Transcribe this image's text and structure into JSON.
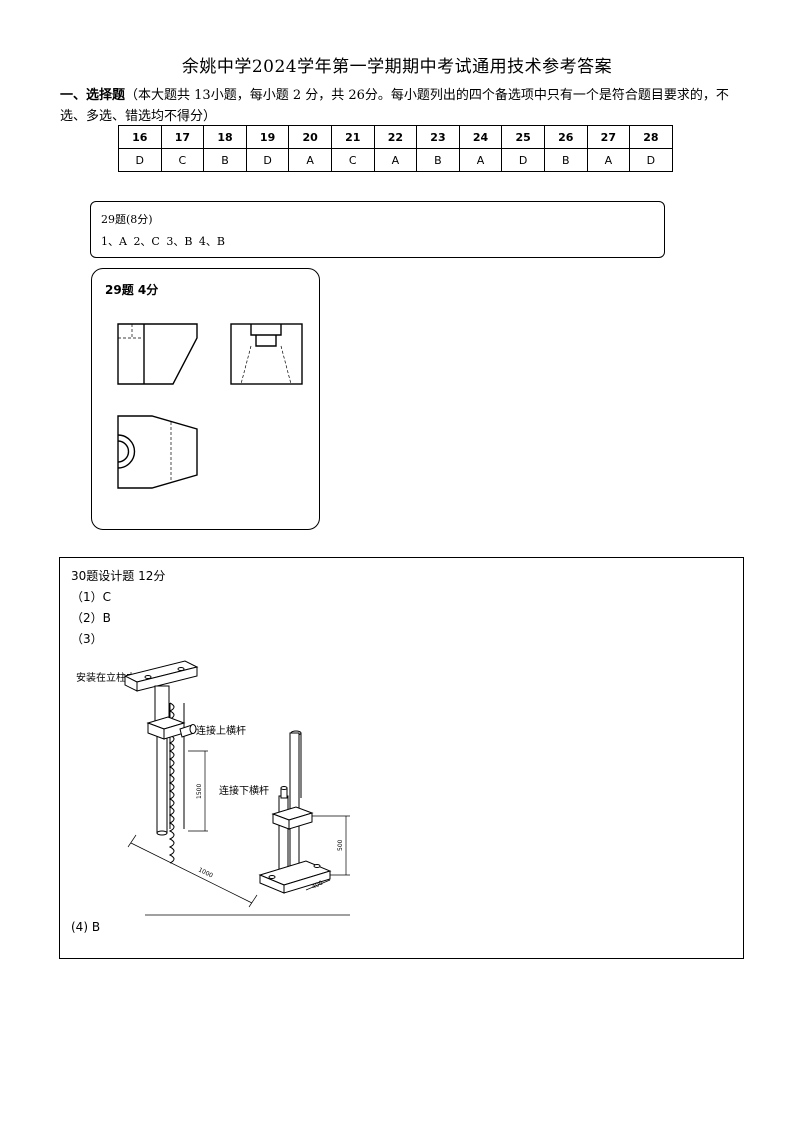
{
  "title": "余姚中学2024学年第一学期期中考试通用技术参考答案",
  "section1": {
    "heading": "一、选择题",
    "desc": "（本大题共 13小题，每小题 2 分，共 26分。每小题列出的四个备选项中只有一个是符合题目要求的，不选、多选、错选均不得分）"
  },
  "answer_table": {
    "numbers": [
      "16",
      "17",
      "18",
      "19",
      "20",
      "21",
      "22",
      "23",
      "24",
      "25",
      "26",
      "27",
      "28"
    ],
    "answers": [
      "D",
      "C",
      "B",
      "D",
      "A",
      "C",
      "A",
      "B",
      "A",
      "D",
      "B",
      "A",
      "D"
    ]
  },
  "q29a": {
    "header": "29题(8分)",
    "answers": "1、A  2、C   3、B   4、B"
  },
  "q29b": {
    "header": "29题    4分"
  },
  "q30": {
    "header": "30题设计题   12分",
    "a1": "（1）C",
    "a2": "（2）B",
    "a3": "（3）",
    "a4": "(4)   B",
    "figure_labels": {
      "install": "安装在立柱内",
      "upper": "连接上横杆",
      "lower": "连接下横杆",
      "dim1": "1500",
      "dim2": "1000",
      "dim3": "500",
      "dim4": "400"
    }
  }
}
